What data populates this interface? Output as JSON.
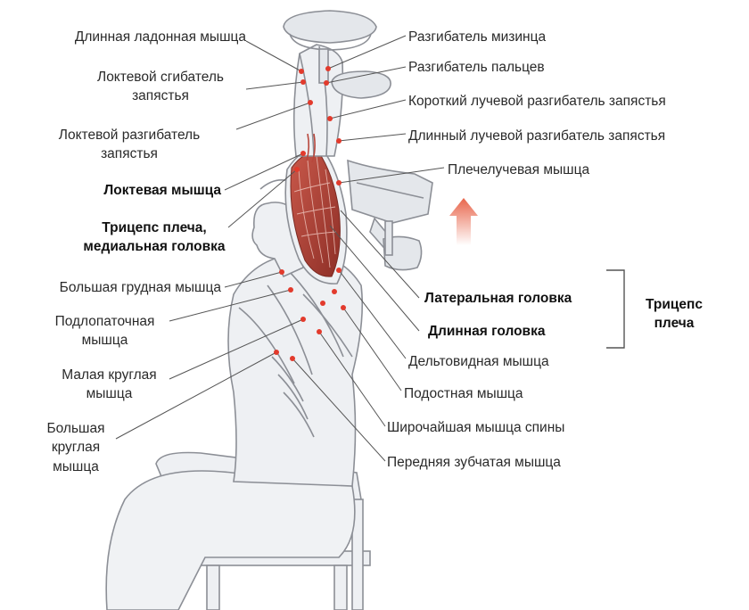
{
  "labels": {
    "palmaris_longus": "Длинная ладонная мышца",
    "flexor_carpi_ulnaris": [
      "Локтевой сгибатель",
      "запястья"
    ],
    "extensor_carpi_ulnaris": [
      "Локтевой разгибатель",
      "запястья"
    ],
    "anconeus": "Локтевая мышца",
    "triceps_medial_head": [
      "Трицепс плеча,",
      "медиальная головка"
    ],
    "pectoralis_major": "Большая грудная мышца",
    "subscapularis": [
      "Подлопаточная",
      "мышца"
    ],
    "teres_minor": [
      "Малая круглая",
      "мышца"
    ],
    "teres_major": [
      "Большая",
      "круглая",
      "мышца"
    ],
    "extensor_digiti_minimi": "Разгибатель мизинца",
    "extensor_digitorum": "Разгибатель пальцев",
    "ext_carpi_radialis_brevis": "Короткий лучевой разгибатель запястья",
    "ext_carpi_radialis_longus": "Длинный лучевой разгибатель запястья",
    "brachioradialis": "Плечелучевая  мышца",
    "triceps_lateral_head": "Латеральная головка",
    "triceps_long_head": "Длинная головка",
    "triceps_group": [
      "Трицепс",
      "плеча"
    ],
    "deltoid": "Дельтовидная мышца",
    "infraspinatus": "Подостная мышца",
    "latissimus_dorsi": "Широчайшая мышца спины",
    "serratus_anterior": "Передняя зубчатая мышца"
  },
  "colors": {
    "label_line": "#555555",
    "pin": "#e23a2c",
    "muscle": "#b8473c",
    "figure_stroke": "#8c8f96",
    "figure_fill": "#eef0f3",
    "arrow": "#e8654b"
  }
}
